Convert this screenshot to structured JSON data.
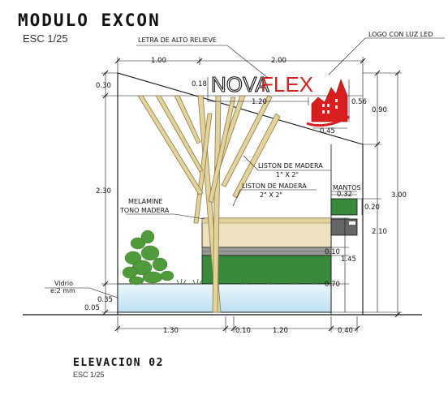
{
  "header": {
    "title": "MODULO EXCON",
    "scale": "ESC 1/25"
  },
  "footer": {
    "title": "ELEVACION 02",
    "scale": "ESC 1/25"
  },
  "brand": {
    "part1": "NOVA",
    "part2": "FLEX"
  },
  "colors": {
    "accent_red": "#d81e1e",
    "wood": "#e3d39d",
    "wood_stroke": "#8a7a45",
    "panel_beige": "#ece2c2",
    "grass": "#3a8a3e",
    "glass": "#cfe8f6",
    "plant": "#4f9a3a"
  },
  "labels": {
    "letra": "LETRA DE ALTO RELIEVE",
    "logo": "LOGO CON LUZ LED",
    "liston1_a": "LISTON DE MADERA",
    "liston1_b": "1\" X 2\"",
    "liston2_a": "LISTON DE MADERA",
    "liston2_b": "2\" X 2\"",
    "melamine_a": "MELAMINE",
    "melamine_b": "TONO MADERA",
    "vidrio_a": "Vidrio",
    "vidrio_b": "e:2 mm",
    "mantos": "MANTOS"
  },
  "dims": {
    "top_100": "1.00",
    "top_200": "2.00",
    "left_030": "0.30",
    "left_230": "2.30",
    "left_035": "0.35",
    "left_005": "0.05",
    "d_018": "0.18",
    "d_120_top": "1.20",
    "d_056": "0.56",
    "d_045": "0.45",
    "right_090": "0.90",
    "right_300": "3.00",
    "mantos_032": "0.32",
    "mantos_020": "0.20",
    "right_210": "2.10",
    "right_145": "1.45",
    "right_010": "0.10",
    "right_070": "0.70",
    "bot_130": "1.30",
    "bot_010": "0.10",
    "bot_120": "1.20",
    "bot_040": "0.40"
  }
}
